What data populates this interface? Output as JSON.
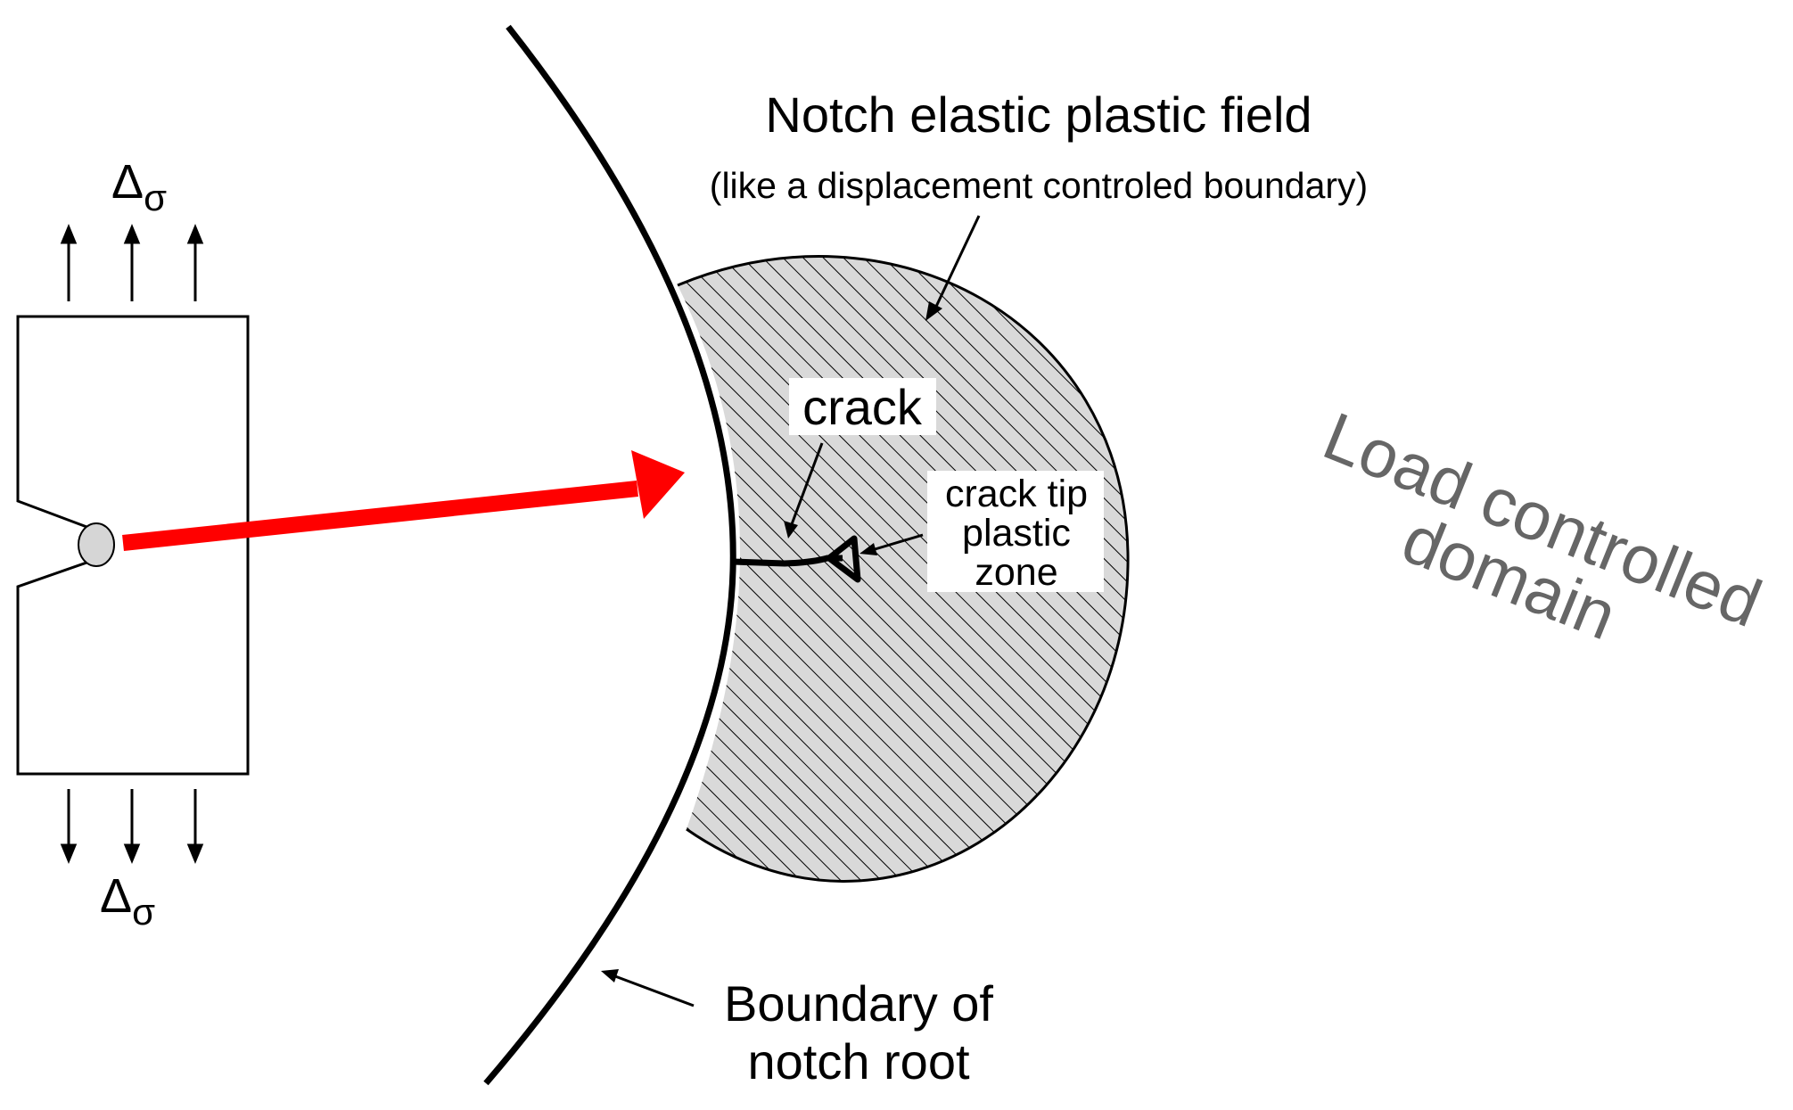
{
  "labels": {
    "load_top": "Δ",
    "load_top_sub": "σ",
    "load_bottom": "Δ",
    "load_bottom_sub": "σ",
    "field_title": "Notch elastic plastic field",
    "field_subtitle": "(like a displacement controled boundary)",
    "crack": "crack",
    "plastic_zone_line1": "crack tip",
    "plastic_zone_line2": "plastic",
    "plastic_zone_line3": "zone",
    "boundary_line1": "Boundary of",
    "boundary_line2": "notch root",
    "domain_line1": "Load controlled",
    "domain_line2": "domain"
  },
  "colors": {
    "magnify_arrow": "#ff0000",
    "hatched_field_fill": "#d9d9d9",
    "notch_root_fill": "#d6d6d6",
    "domain_text": "#666666"
  }
}
